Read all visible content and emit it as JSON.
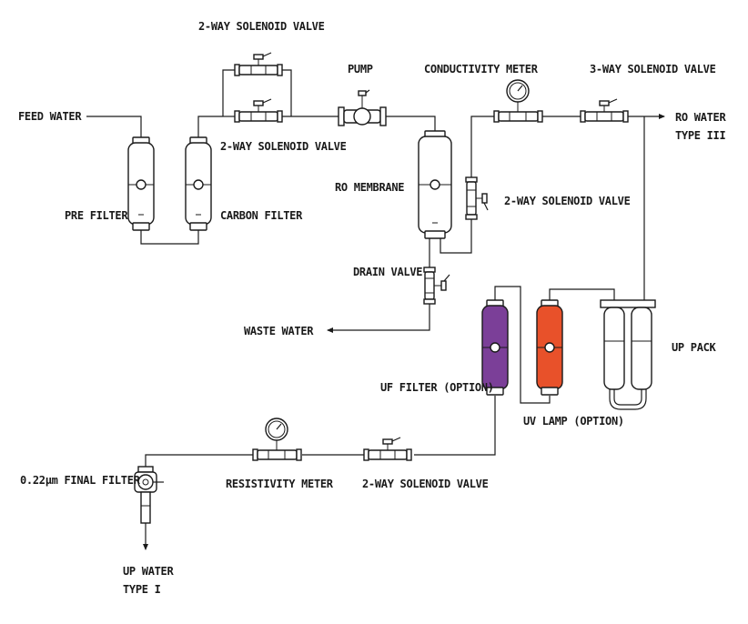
{
  "labels": {
    "feed_water": "FEED WATER",
    "valve_top": "2-WAY SOLENOID VALVE",
    "valve_bypass": "2-WAY SOLENOID VALVE",
    "pump": "PUMP",
    "conductivity_meter": "CONDUCTIVITY METER",
    "three_way_valve": "3-WAY SOLENOID VALVE",
    "ro_water_line1": "RO WATER",
    "ro_water_line2": "TYPE III",
    "pre_filter": "PRE FILTER",
    "carbon_filter": "CARBON FILTER",
    "ro_membrane": "RO MEMBRANE",
    "valve_ro_side": "2-WAY SOLENOID VALVE",
    "drain_valve": "DRAIN VALVE",
    "waste_water": "WASTE WATER",
    "up_pack": "UP PACK",
    "uf_filter": "UF FILTER (OPTION)",
    "uv_lamp": "UV LAMP (OPTION)",
    "final_filter": "0.22µm FINAL FILTER",
    "resistivity_meter": "RESISTIVITY METER",
    "valve_bottom": "2-WAY SOLENOID VALVE",
    "up_water_line1": "UP WATER",
    "up_water_line2": "TYPE I"
  },
  "colors": {
    "uf_filter": "#7b3f98",
    "uv_lamp": "#e8512a",
    "line": "#1a1a1a"
  },
  "icons": [
    "gauge-icon",
    "solenoid-valve-icon",
    "pump-icon",
    "filter-cartridge-icon",
    "arrow-icon"
  ]
}
